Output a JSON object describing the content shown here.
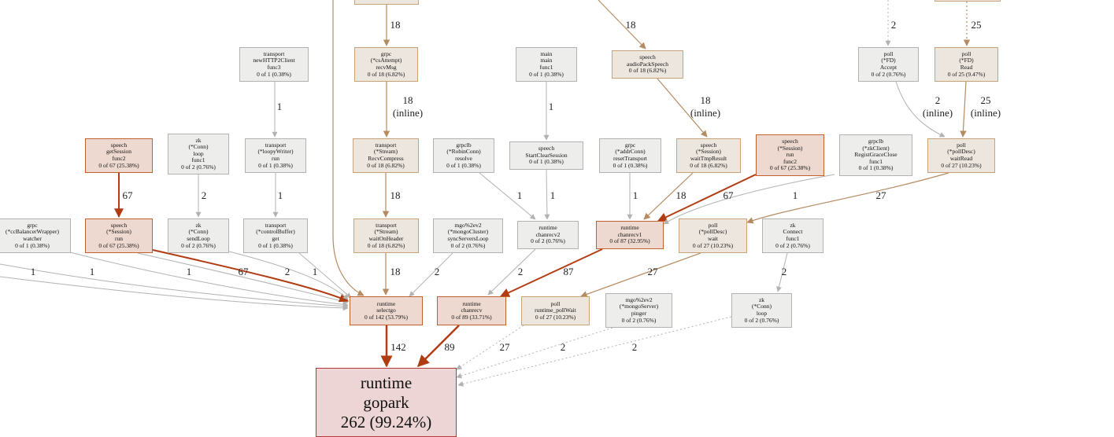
{
  "colors": {
    "hot": "#b23c12",
    "warm": "#b58b62",
    "cold": "#b2b2b2",
    "root": "#b23a3a"
  },
  "nodes": {
    "n_transport_newhttp2": [
      "transport",
      "newHTTP2Client",
      "func3",
      "0 of 1 (0.38%)"
    ],
    "n_grpc_csattempt": [
      "grpc",
      "(*csAttempt)",
      "recvMsg",
      "0 of 18 (6.82%)"
    ],
    "n_main_main": [
      "main",
      "main",
      "func1",
      "0 of 1 (0.38%)"
    ],
    "n_speech_audiopack": [
      "speech",
      "audioPackSpeech",
      "0 of 18 (6.82%)"
    ],
    "n_poll_accept": [
      "poll",
      "(*FD)",
      "Accept",
      "0 of 2 (0.76%)"
    ],
    "n_poll_read": [
      "poll",
      "(*FD)",
      "Read",
      "0 of 25 (9.47%)"
    ],
    "n_speech_getsession": [
      "speech",
      "getSession",
      "func2",
      "0 of 67 (25.38%)"
    ],
    "n_zk_conn_loop_func1": [
      "zk",
      "(*Conn)",
      "loop",
      "func1",
      "0 of 2 (0.76%)"
    ],
    "n_transport_loopywriter": [
      "transport",
      "(*loopyWriter)",
      "run",
      "0 of 1 (0.38%)"
    ],
    "n_transport_recvcompress": [
      "transport",
      "(*Stream)",
      "RecvCompress",
      "0 of 18 (6.82%)"
    ],
    "n_grpclb_robinconn": [
      "grpclb",
      "(*RobinConn)",
      "resolve",
      "0 of 1 (0.38%)"
    ],
    "n_speech_startclose": [
      "speech",
      "StartClearSession",
      "0 of 1 (0.38%)"
    ],
    "n_grpc_addrconn": [
      "grpc",
      "(*addrConn)",
      "resetTransport",
      "0 of 1 (0.38%)"
    ],
    "n_speech_waittmp": [
      "speech",
      "(*Session)",
      "waitTmpResult",
      "0 of 18 (6.82%)"
    ],
    "n_speech_session_run_func2": [
      "speech",
      "(*Session)",
      "run",
      "func2",
      "0 of 67 (25.38%)"
    ],
    "n_grpclb_zkclient": [
      "grpclb",
      "(*zkClient)",
      "RegistGraceClose",
      "func1",
      "0 of 1 (0.38%)"
    ],
    "n_poll_polldesc_waitread": [
      "poll",
      "(*pollDesc)",
      "waitRead",
      "0 of 27 (10.23%)"
    ],
    "n_grpc_ccbalancer": [
      "grpc",
      "(*ccBalancerWrapper)",
      "watcher",
      "0 of 1 (0.38%)"
    ],
    "n_speech_session_run": [
      "speech",
      "(*Session)",
      "run",
      "0 of 67 (25.38%)"
    ],
    "n_zk_sendloop": [
      "zk",
      "(*Conn)",
      "sendLoop",
      "0 of 2 (0.76%)"
    ],
    "n_transport_controlbuffer": [
      "transport",
      "(*controlBuffer)",
      "get",
      "0 of 1 (0.38%)"
    ],
    "n_transport_waitonheader": [
      "transport",
      "(*Stream)",
      "waitOnHeader",
      "0 of 18 (6.82%)"
    ],
    "n_mgo_synccluster": [
      "mgo%2ev2",
      "(*mongoCluster)",
      "syncServersLoop",
      "0 of 2 (0.76%)"
    ],
    "n_runtime_chanrecv2": [
      "runtime",
      "chanrecv2",
      "0 of 2 (0.76%)"
    ],
    "n_runtime_chanrecv1": [
      "runtime",
      "chanrecv1",
      "0 of 87 (32.95%)"
    ],
    "n_poll_polldesc_wait": [
      "poll",
      "(*pollDesc)",
      "wait",
      "0 of 27 (10.23%)"
    ],
    "n_zk_connect_func1": [
      "zk",
      "Connect",
      "func1",
      "0 of 2 (0.76%)"
    ],
    "n_runtime_selectgo": [
      "runtime",
      "selectgo",
      "0 of 142 (53.79%)"
    ],
    "n_runtime_chanrecv": [
      "runtime",
      "chanrecv",
      "0 of 89 (33.71%)"
    ],
    "n_poll_runtime_pollwait": [
      "poll",
      "runtime_pollWait",
      "0 of 27 (10.23%)"
    ],
    "n_mgo_pinger": [
      "mgo%2ev2",
      "(*mongoServer)",
      "pinger",
      "0 of 2 (0.76%)"
    ],
    "n_zk_conn_loop": [
      "zk",
      "(*Conn)",
      "loop",
      "0 of 2 (0.76%)"
    ],
    "n_runtime_gopark": [
      "runtime",
      "gopark",
      "262 (99.24%)"
    ]
  },
  "edge_labels": {
    "e_top_grpc": "18",
    "e_top_audiopack": "18",
    "e_top_accept": "2",
    "e_top_read": "25",
    "e_newhttp2_loopy": "1",
    "e_csattempt_recvcompress": "18\n(inline)",
    "e_main_startclose": "1",
    "e_audiopack_waittmp": "18\n(inline)",
    "e_accept_waitread": "2\n(inline)",
    "e_read_waitread": "25\n(inline)",
    "e_getsession_run": "67",
    "e_zkloop_sendloop": "2",
    "e_loopy_controlbuffer": "1",
    "e_recvcompress_waitonheader": "18",
    "e_robin_chanrecv2": "1",
    "e_startclose_chanrecv2": "1",
    "e_addrconn_chanrecv1": "1",
    "e_waittmp_chanrecv1": "18",
    "e_runfunc2_chanrecv1": "67",
    "e_zkclient_chanrecv1": "1",
    "e_waitread_wait": "27",
    "e_left1_selectgo": "1",
    "e_ccbal_selectgo": "1",
    "e_left_run_selectgo": "1",
    "e_run_selectgo": "67",
    "e_sendloop_selectgo": "2",
    "e_controlbuffer_selectgo": "1",
    "e_waitonheader_selectgo": "18",
    "e_sync_selectgo": "2",
    "e_chanrecv2_chanrecv": "2",
    "e_chanrecv1_chanrecv": "87",
    "e_wait_pollwait": "27",
    "e_connect_zkloop": "2",
    "e_selectgo_gopark": "142",
    "e_chanrecv_gopark": "89",
    "e_pollwait_gopark": "27",
    "e_pinger_gopark": "2",
    "e_zkloop_gopark": "2"
  }
}
